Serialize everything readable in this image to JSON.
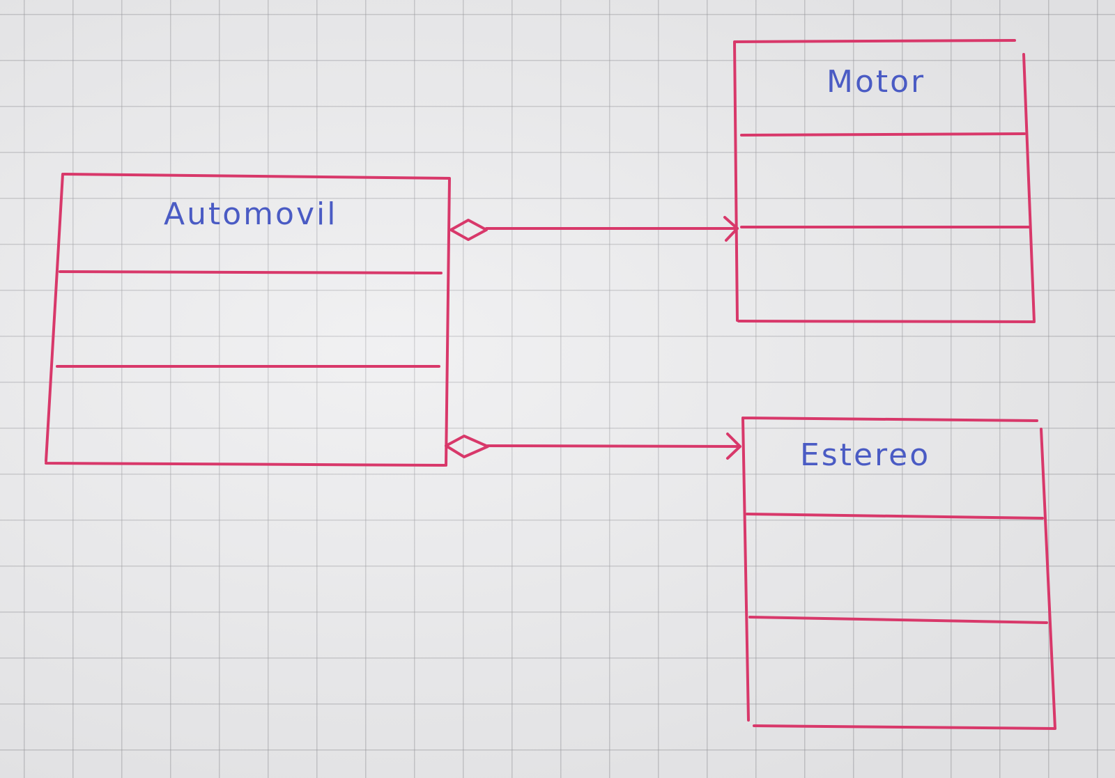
{
  "diagram": {
    "classes": [
      {
        "id": "automovil",
        "name": "Automovil"
      },
      {
        "id": "motor",
        "name": "Motor"
      },
      {
        "id": "estereo",
        "name": "Estereo"
      }
    ],
    "relations": [
      {
        "from": "automovil",
        "to": "motor",
        "kind": "aggregation"
      },
      {
        "from": "automovil",
        "to": "estereo",
        "kind": "aggregation"
      }
    ],
    "colors": {
      "line": "#d8386a",
      "text": "#4a5bc4",
      "paper": "#ececee",
      "grid": "#9696a0"
    }
  }
}
